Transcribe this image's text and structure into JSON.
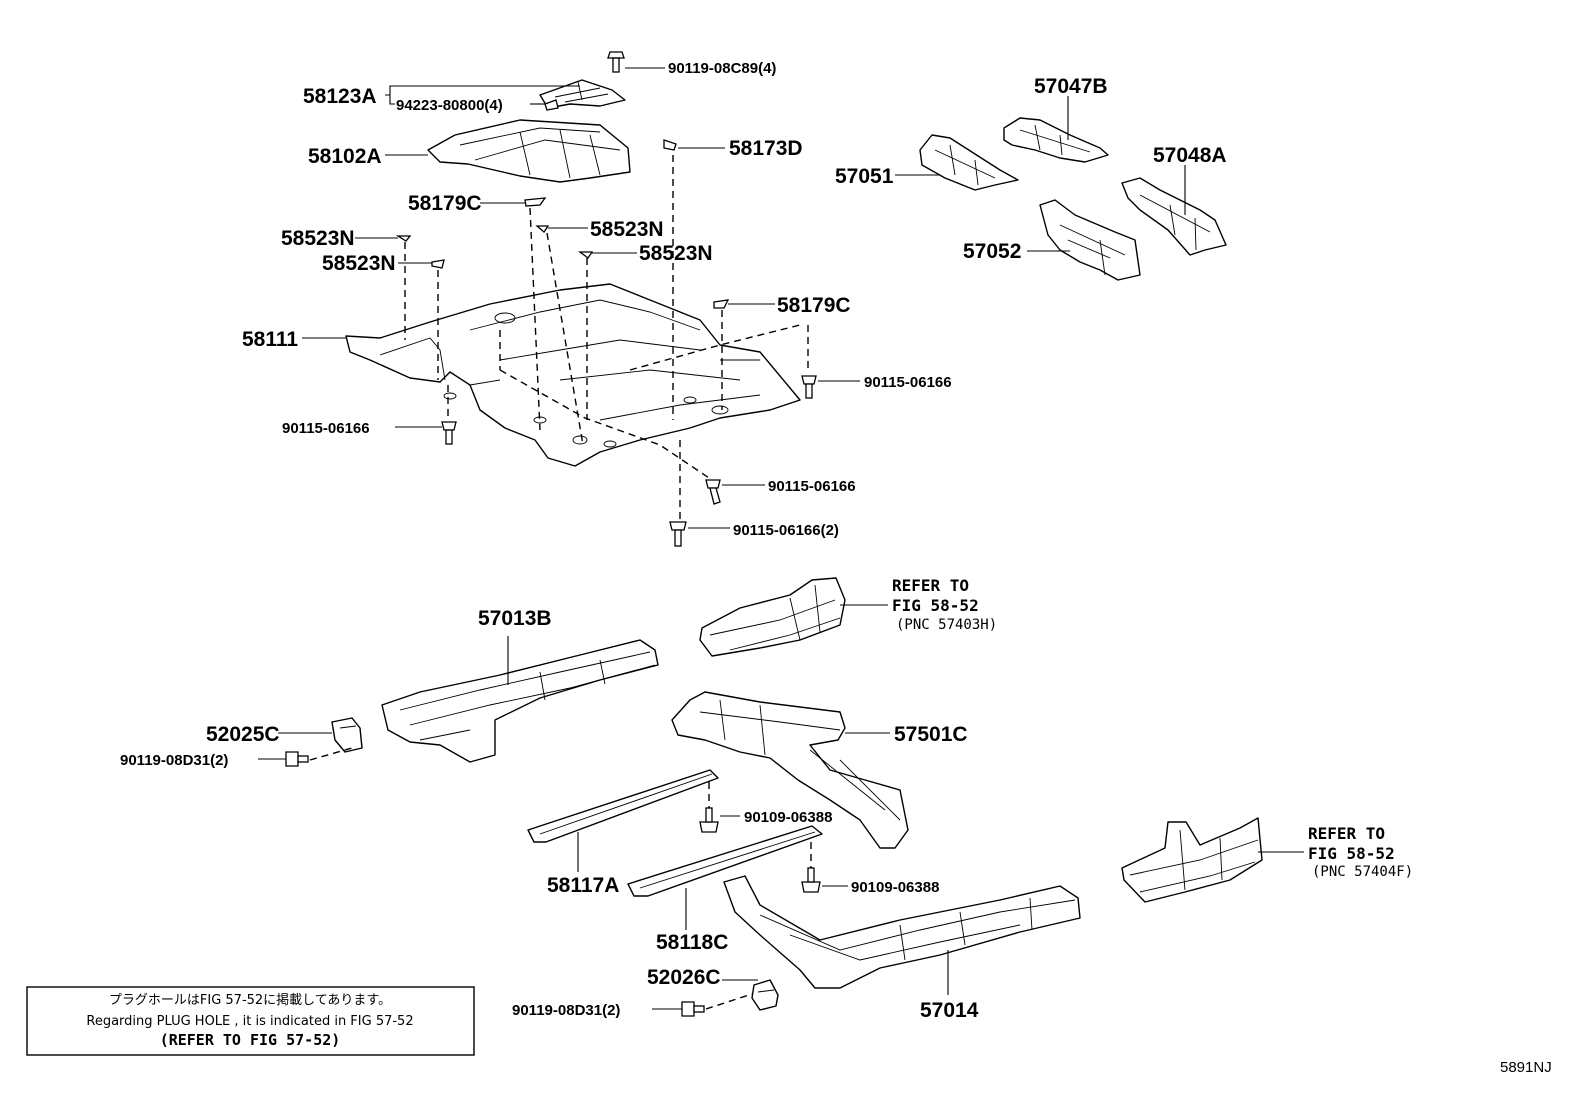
{
  "labels": {
    "l58123A": "58123A",
    "l94223": "94223-80800(4)",
    "l90119_08C89": "90119-08C89(4)",
    "l58102A": "58102A",
    "l58173D": "58173D",
    "l58179C_a": "58179C",
    "l58523N_a": "58523N",
    "l58523N_b": "58523N",
    "l58523N_c": "58523N",
    "l58523N_d": "58523N",
    "l58179C_b": "58179C",
    "l58111": "58111",
    "l90115_a": "90115-06166",
    "l90115_b": "90115-06166",
    "l90115_c": "90115-06166",
    "l90115_d": "90115-06166(2)",
    "l57047B": "57047B",
    "l57051": "57051",
    "l57048A": "57048A",
    "l57052": "57052",
    "l57013B": "57013B",
    "l52025C": "52025C",
    "l90119_08D31_a": "90119-08D31(2)",
    "l57501C": "57501C",
    "l90109_a": "90109-06388",
    "l90109_b": "90109-06388",
    "l58117A": "58117A",
    "l58118C": "58118C",
    "l52026C": "52026C",
    "l90119_08D31_b": "90119-08D31(2)",
    "l57014": "57014"
  },
  "refers": {
    "top": {
      "line1": "REFER TO",
      "line2": "FIG 58-52",
      "line3": "(PNC 57403H)"
    },
    "bottom": {
      "line1": "REFER TO",
      "line2": "FIG 58-52",
      "line3": "(PNC 57404F)"
    }
  },
  "note_box": {
    "jp": "プラグホールはFIG 57-52に掲載してあります。",
    "en": "Regarding  PLUG  HOLE , it is indicated in FIG  57-52",
    "refer": "(REFER TO FIG 57-52)"
  },
  "figure_id": "5891NJ"
}
